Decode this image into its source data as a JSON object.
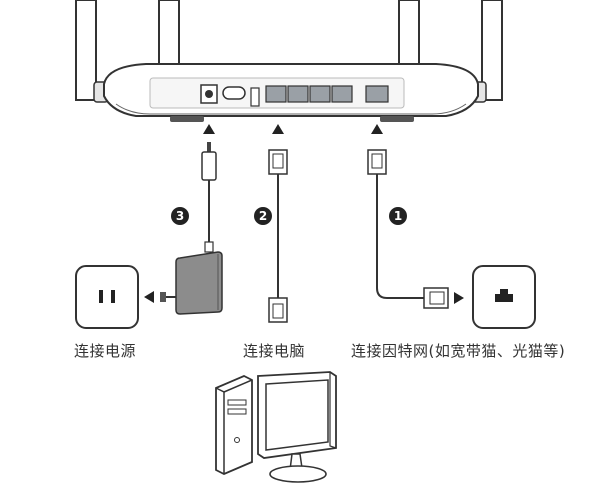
{
  "labels": {
    "power": "连接电源",
    "computer": "连接电脑",
    "internet": "连接因特网(如宽带猫、光猫等)"
  },
  "steps": {
    "internet": "1",
    "computer": "2",
    "power": "3"
  },
  "colors": {
    "line": "#333333",
    "adapter": "#8c8c8c",
    "port": "#9aa0a6",
    "badge": "#222222"
  },
  "icons": [
    "power-outlet-icon",
    "wall-network-outlet-icon",
    "desktop-computer-icon",
    "power-adapter-icon"
  ]
}
